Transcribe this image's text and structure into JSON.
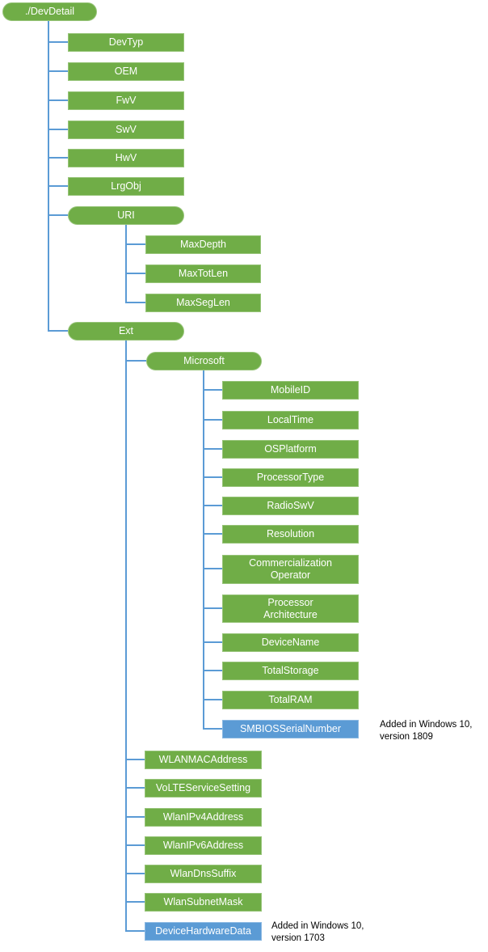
{
  "diagram_type": "tree",
  "colors": {
    "node_default": "#70AD47",
    "node_highlight": "#5B9BD5",
    "connector": "#5B9BD5",
    "node_text": "#FFFFFF",
    "annotation_text": "#000000"
  },
  "tree": {
    "root": {
      "label": "./DevDetail",
      "shape": "pill"
    },
    "children": [
      {
        "label": "DevTyp"
      },
      {
        "label": "OEM"
      },
      {
        "label": "FwV"
      },
      {
        "label": "SwV"
      },
      {
        "label": "HwV"
      },
      {
        "label": "LrgObj"
      },
      {
        "label": "URI",
        "shape": "pill",
        "children": [
          {
            "label": "MaxDepth"
          },
          {
            "label": "MaxTotLen"
          },
          {
            "label": "MaxSegLen"
          }
        ]
      },
      {
        "label": "Ext",
        "shape": "pill",
        "children": [
          {
            "label": "Microsoft",
            "shape": "pill",
            "children": [
              {
                "label": "MobileID"
              },
              {
                "label": "LocalTime"
              },
              {
                "label": "OSPlatform"
              },
              {
                "label": "ProcessorType"
              },
              {
                "label": "RadioSwV"
              },
              {
                "label": "Resolution"
              },
              {
                "label": "Commercialization Operator"
              },
              {
                "label": "Processor Architecture"
              },
              {
                "label": "DeviceName"
              },
              {
                "label": "TotalStorage"
              },
              {
                "label": "TotalRAM"
              },
              {
                "label": "SMBIOSSerialNumber",
                "highlight": "blue",
                "annotation": "Added in Windows 10, version 1809"
              }
            ]
          },
          {
            "label": "WLANMACAddress"
          },
          {
            "label": "VoLTEServiceSetting"
          },
          {
            "label": "WlanIPv4Address"
          },
          {
            "label": "WlanIPv6Address"
          },
          {
            "label": "WlanDnsSuffix"
          },
          {
            "label": "WlanSubnetMask"
          },
          {
            "label": "DeviceHardwareData",
            "highlight": "blue",
            "annotation": "Added in Windows 10, version 1703"
          }
        ]
      }
    ]
  }
}
